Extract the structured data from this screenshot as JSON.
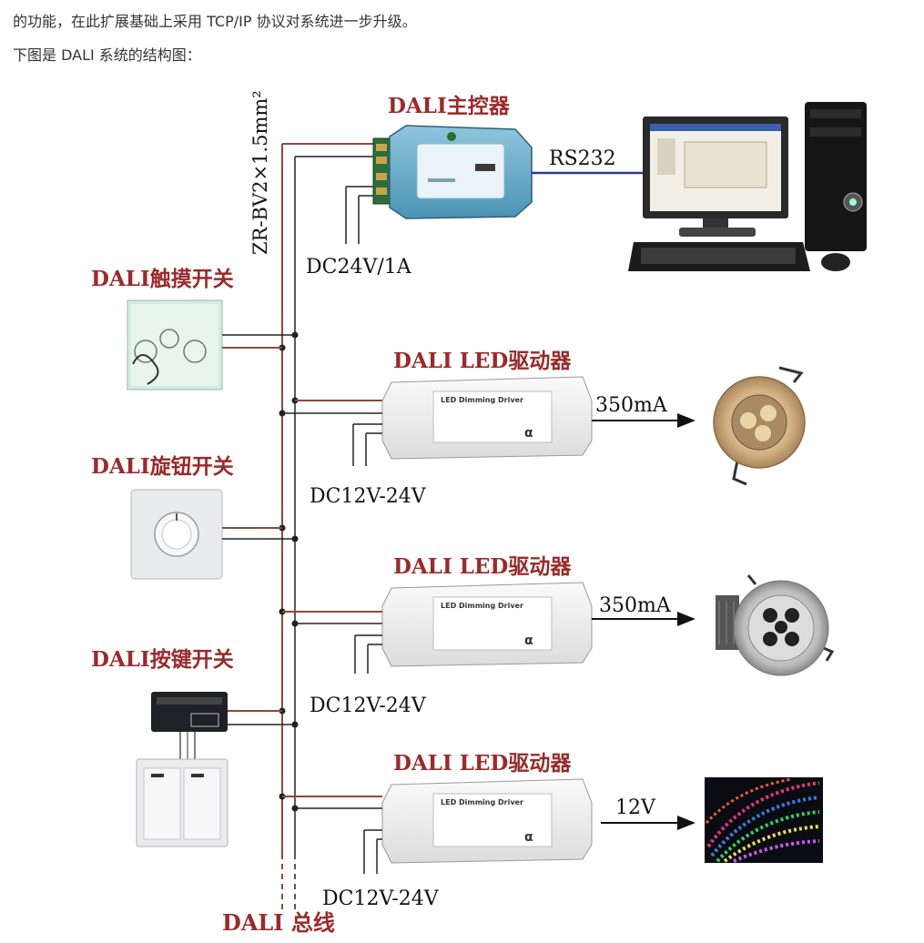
{
  "text": {
    "line1": "的功能，在此扩展基础上采用 TCP/IP 协议对系统进一步升级。",
    "line2": "下图是 DALI 系统的结构图："
  },
  "diagram": {
    "cable_label": "ZR-BV2×1.5mm²",
    "bus_label": "DALI 总线",
    "controller": {
      "title": "DALI主控器",
      "power": "DC24V/1A",
      "link": "RS232"
    },
    "touch_switch": {
      "title": "DALI触摸开关"
    },
    "knob_switch": {
      "title": "DALI旋钮开关"
    },
    "key_switch": {
      "title": "DALI按键开关"
    },
    "drivers": [
      {
        "title": "DALI LED驱动器",
        "power": "DC12V-24V",
        "output": "350mA",
        "label": "LED Dimming Driver"
      },
      {
        "title": "DALI LED驱动器",
        "power": "DC12V-24V",
        "output": "350mA",
        "label": "LED Dimming Driver"
      },
      {
        "title": "DALI LED驱动器",
        "power": "DC12V-24V",
        "output": "12V",
        "label": "LED Dimming Driver"
      }
    ],
    "colors": {
      "bus_wire": "#8b4a3a",
      "title_red": "#9b2a2a",
      "rs232_line": "#2b3f8a"
    }
  }
}
